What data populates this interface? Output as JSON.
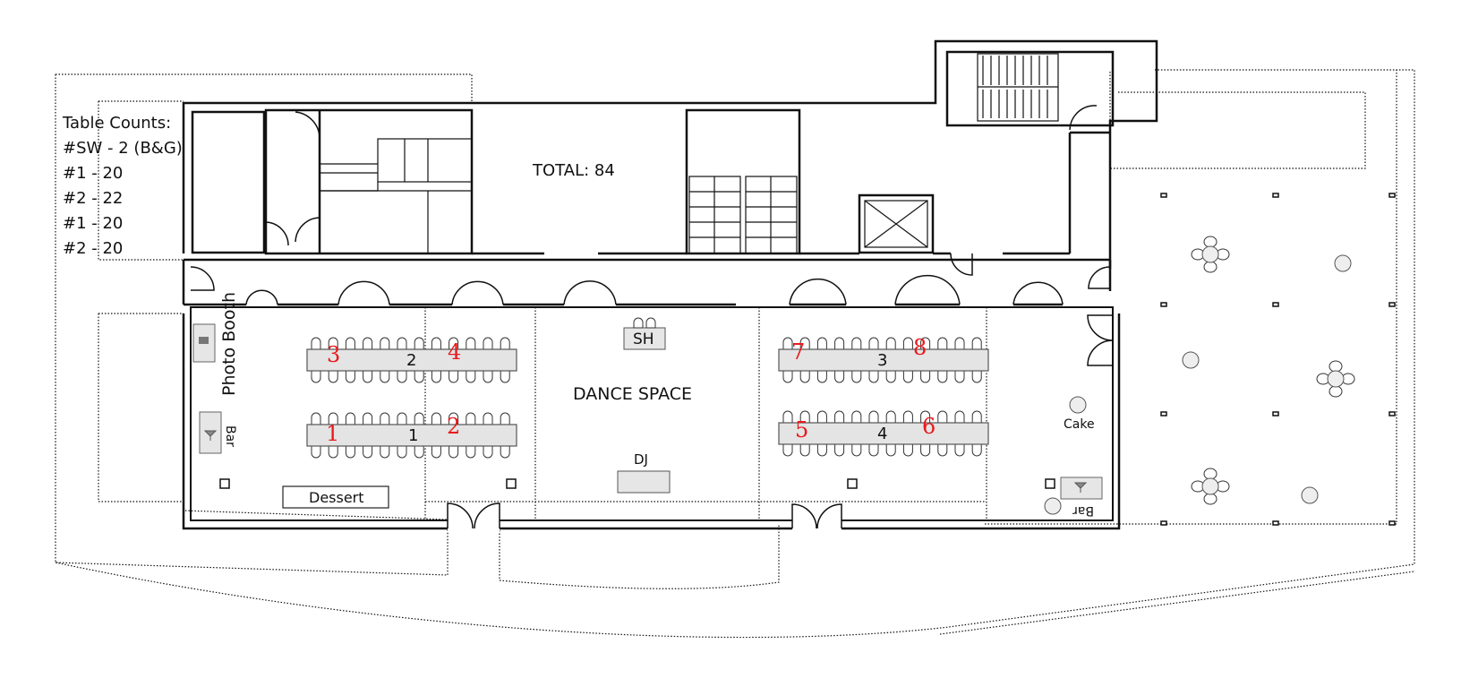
{
  "colors": {
    "table_fill": "#e4e4e4",
    "table_number_red": "#e8191d",
    "line": "#111111"
  },
  "counts": {
    "title": "Table Counts:",
    "lines": [
      "#SW - 2 (B&G)",
      "#1 - 20",
      "#2 - 22",
      "#1 - 20",
      "#2 - 20"
    ]
  },
  "total_label": "TOTAL: 84",
  "areas": {
    "dance_space": "DANCE SPACE",
    "photo_booth": "Photo Booth",
    "bar_left": "Bar",
    "bar_right": "Bar",
    "dessert": "Dessert",
    "dj": "DJ",
    "sweetheart": "SH",
    "cake": "Cake"
  },
  "tables": [
    {
      "id": "table-a",
      "type_label": "2",
      "red_numbers": [
        "3",
        "4"
      ]
    },
    {
      "id": "table-b",
      "type_label": "1",
      "red_numbers": [
        "1",
        "2"
      ]
    },
    {
      "id": "table-c",
      "type_label": "3",
      "red_numbers": [
        "7",
        "8"
      ]
    },
    {
      "id": "table-d",
      "type_label": "4",
      "red_numbers": [
        "5",
        "6"
      ]
    }
  ],
  "icons": [
    "photo-booth-icon",
    "cocktail-glass-icon",
    "elevator-icon",
    "stairs-icon",
    "round-table-icon"
  ]
}
